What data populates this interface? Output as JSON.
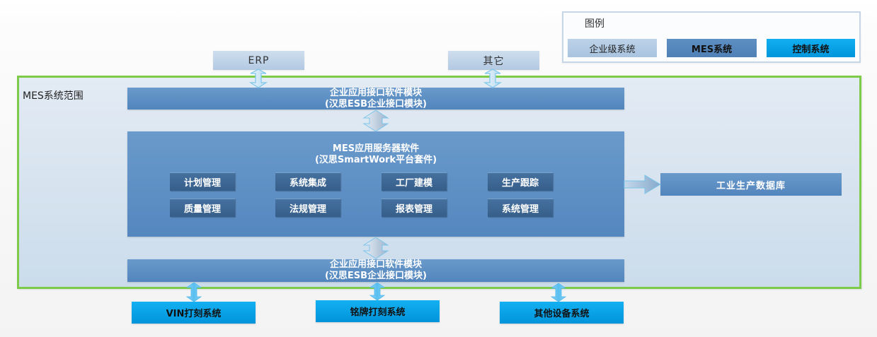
{
  "legend": {
    "title": "图例",
    "items": [
      {
        "label": "企业级系统",
        "color": "#b3cbe4"
      },
      {
        "label": "MES系统",
        "color": "#5687bd"
      },
      {
        "label": "控制系统",
        "color": "#05a2e6"
      }
    ]
  },
  "external_systems": {
    "erp": "ERP",
    "other": "其它"
  },
  "mes_scope": {
    "label": "MES系统范围",
    "border_color": "#7ecb4a"
  },
  "esb_top": {
    "line1": "企业应用接口软件模块",
    "line2": "(汉思ESB企业接口模块)"
  },
  "app_server": {
    "line1": "MES应用服务器软件",
    "line2": "(汉思SmartWork平台套件)",
    "modules": [
      "计划管理",
      "系统集成",
      "工厂建模",
      "生产跟踪",
      "质量管理",
      "法规管理",
      "报表管理",
      "系统管理"
    ]
  },
  "database": {
    "label": "工业生产数据库"
  },
  "esb_bottom": {
    "line1": "企业应用接口软件模块",
    "line2": "(汉思ESB企业接口模块)"
  },
  "control_systems": [
    "VIN打刻系统",
    "铭牌打刻系统",
    "其他设备系统"
  ]
}
